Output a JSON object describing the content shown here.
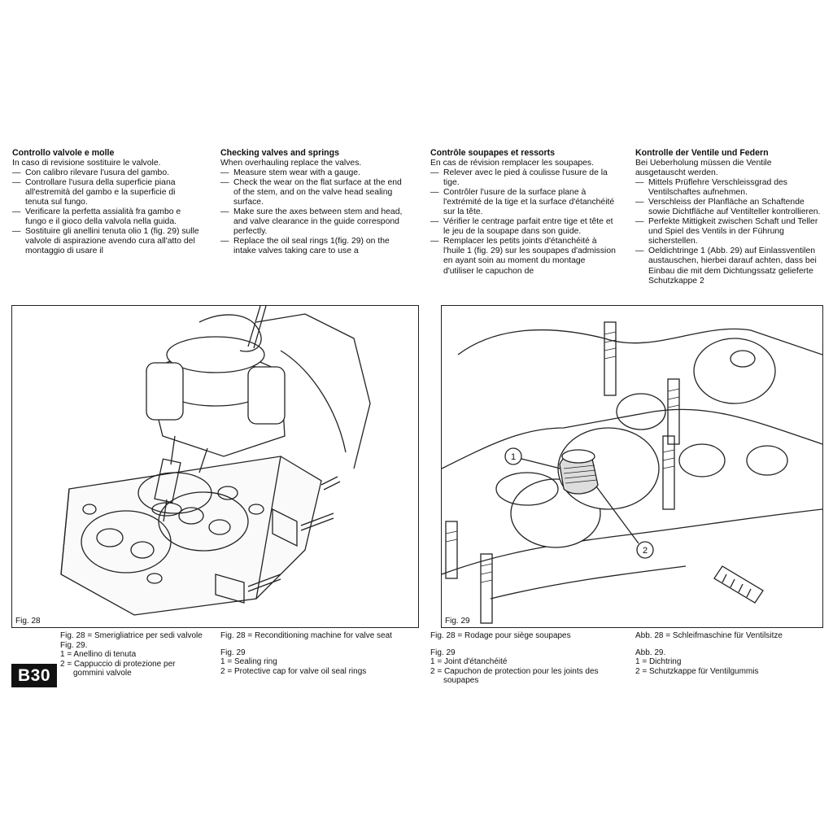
{
  "columns": [
    {
      "title": "Controllo valvole e molle",
      "lead": "In caso di revisione sostituire le valvole.",
      "items": [
        "Con calibro rilevare l'usura del gambo.",
        "Controllare l'usura della superficie piana all'estremità del gambo e la superficie di tenuta sul fungo.",
        "Verificare la perfetta assialità fra gambo e fungo e il gioco della valvola nella guida.",
        "Sostituire gli anellini tenuta olio 1 (fig. 29) sulle valvole di aspirazione avendo cura all'atto del montaggio di usare il"
      ]
    },
    {
      "title": "Checking valves and springs",
      "lead": "When overhauling replace the valves.",
      "items": [
        "Measure stem wear with a gauge.",
        "Check the wear on the flat surface at the end of the stem, and on the valve head sealing surface.",
        "Make sure the axes between stem and head, and valve clearance in the guide correspond perfectly.",
        "Replace the oil seal rings 1(fig. 29) on the intake valves taking care to use a"
      ]
    },
    {
      "title": "Contrôle soupapes et ressorts",
      "lead": "En cas de révision remplacer les soupapes.",
      "items": [
        "Relever avec le pied à coulisse l'usure de la tige.",
        "Contrôler l'usure de la surface plane à l'extrémité de la tige et la surface d'étanchéité sur la tête.",
        "Vérifier le centrage parfait entre tige et tête et le jeu de la soupape dans son guide.",
        "Remplacer les petits joints d'étanchéité à l'huile 1 (fig. 29) sur les soupapes d'admission en ayant soin au moment du montage d'utiliser le capuchon de"
      ]
    },
    {
      "title": "Kontrolle der Ventile und Federn",
      "lead": "Bei Ueberholung müssen die Ventile ausgetauscht werden.",
      "items": [
        "Mittels Prüflehre Verschleissgrad des Ventilschaftes aufnehmen.",
        "Verschleiss der Planfläche an Schaftende sowie Dichtfläche auf Ventilteller kontrollieren.",
        "Perfekte Mittigkeit zwischen Schaft und Teller und Spiel des Ventils in der Führung sicherstellen.",
        "Oeldichtringe 1 (Abb. 29) auf Einlassventilen austauschen, hierbei darauf achten, dass bei Einbau die mit dem Dichtungssatz gelieferte Schutzkappe 2"
      ]
    }
  ],
  "dash": "—",
  "figures": {
    "fig28_label": "Fig. 28",
    "fig29_label": "Fig. 29",
    "callout1": "1",
    "callout2": "2"
  },
  "captions": [
    {
      "fig28": "Fig. 28 = Smerigliatrice per sedi valvole",
      "fig29": "Fig. 29.",
      "item1": "1 = Anellino di tenuta",
      "item2": "2 = Cappuccio di protezione per gommini valvole"
    },
    {
      "fig28": "Fig. 28 = Reconditioning machine for valve seat",
      "fig29": "Fig. 29",
      "item1": "1 = Sealing ring",
      "item2": "2 = Protective cap for valve oil seal rings"
    },
    {
      "fig28": "Fig. 28 = Rodage pour siège soupapes",
      "fig29": "Fig. 29",
      "item1": "1 = Joint d'étanchéité",
      "item2": "2 = Capuchon de protection pour les joints des soupapes"
    },
    {
      "fig28": "Abb. 28 = Schleifmaschine für Ventilsitze",
      "fig29": "Abb. 29.",
      "item1": "1 = Dichtring",
      "item2": "2 = Schutzkappe für Ventilgummis"
    }
  ],
  "page_badge": "B30"
}
